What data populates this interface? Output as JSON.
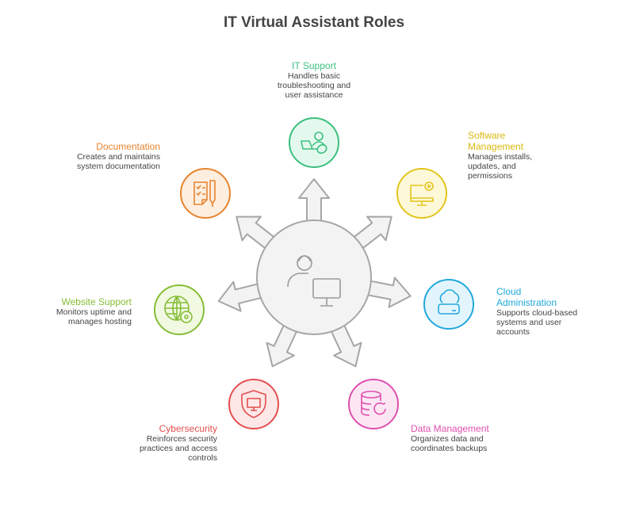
{
  "title": "IT Virtual Assistant Roles",
  "center": {
    "icon": "assistant-at-computer-icon"
  },
  "roles": [
    {
      "title": "IT Support",
      "desc": "Handles basic troubleshooting and user assistance",
      "color": "#3bbf7e",
      "fill": "#e4f9ee",
      "icon": "user-support-icon"
    },
    {
      "title": "Software Management",
      "desc": "Manages installs, updates, and permissions",
      "color": "#e3c51c",
      "fill": "#fdf8d8",
      "icon": "monitor-gear-icon"
    },
    {
      "title": "Cloud Administration",
      "desc": "Supports cloud-based systems and user accounts",
      "color": "#22a8dc",
      "fill": "#e3f5fc",
      "icon": "cloud-server-icon"
    },
    {
      "title": "Data Management",
      "desc": "Organizes data and coordinates backups",
      "color": "#de4fad",
      "fill": "#fce6f4",
      "icon": "database-refresh-icon"
    },
    {
      "title": "Cybersecurity",
      "desc": "Reinforces security practices and access controls",
      "color": "#e34f4f",
      "fill": "#fde7e7",
      "icon": "shield-monitor-icon"
    },
    {
      "title": "Website Support",
      "desc": "Monitors uptime and manages hosting",
      "color": "#86bd35",
      "fill": "#f1f9e2",
      "icon": "globe-gear-icon"
    },
    {
      "title": "Documentation",
      "desc": "Creates and maintains system documentation",
      "color": "#e8842f",
      "fill": "#fdeedf",
      "icon": "checklist-pen-icon"
    }
  ]
}
